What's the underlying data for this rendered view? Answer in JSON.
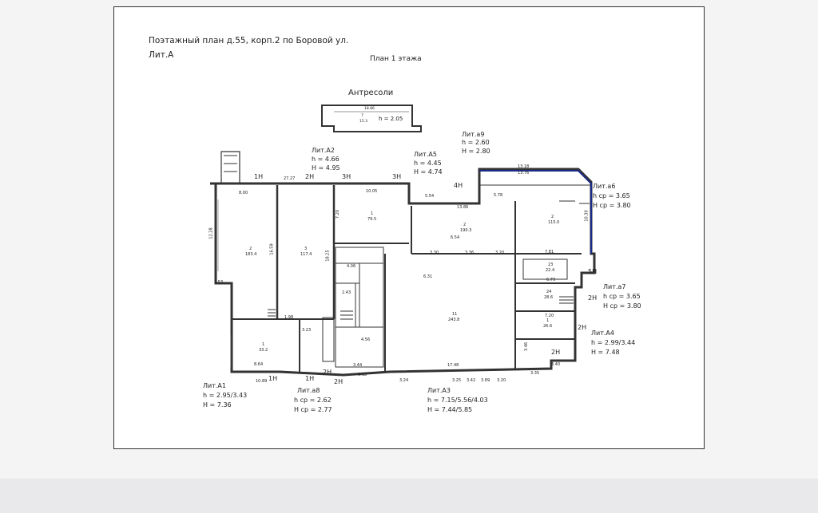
{
  "header": {
    "title": "Поэтажный план д.55, корп.2 по Боровой ул.",
    "lit": "Лит.А",
    "floor_title": "План 1 этажа"
  },
  "mezzanine": {
    "title": "Антресоли",
    "dim": "18.86",
    "height": "h = 2.05",
    "room": "7",
    "area": "15.3"
  },
  "sections": [
    {
      "id": "a2",
      "name": "Лит.А2",
      "h": "h = 4.66",
      "H": "H = 4.95"
    },
    {
      "id": "a5",
      "name": "Лит.А5",
      "h": "h = 4.45",
      "H": "H = 4.74"
    },
    {
      "id": "a9",
      "name": "Лит.а9",
      "h": "h = 2.60",
      "H": "H = 2.80"
    },
    {
      "id": "a6",
      "name": "Лит.а6",
      "h": "h ср = 3.65",
      "H": "H ср = 3.80"
    },
    {
      "id": "a7",
      "name": "Лит.а7",
      "h": "h ср = 3.65",
      "H": "H ср = 3.80"
    },
    {
      "id": "a4",
      "name": "Лит.А4",
      "h": "h = 2.99/3.44",
      "H": "H = 7.48"
    },
    {
      "id": "a1",
      "name": "Лит.А1",
      "h": "h = 2.95/3.43",
      "H": "H = 7.36"
    },
    {
      "id": "a8",
      "name": "Лит.а8",
      "h": "h ср = 2.62",
      "H": "H ср = 2.77"
    },
    {
      "id": "a3",
      "name": "Лит.А3",
      "h": "h = 7.15/5.56/4.03",
      "H": "H = 7.44/5.85"
    }
  ],
  "openings": [
    "1Н",
    "2Н",
    "3Н",
    "4Н",
    "5Н",
    "2Н",
    "2Н",
    "1Н",
    "1Н",
    "2Н",
    "2Н",
    "2Н"
  ],
  "dims": {
    "d1": "8.00",
    "d2": "27.27",
    "d3": "10.05",
    "d4": "12.28",
    "d5": "16.59",
    "d6": "18.25",
    "d7": "7.20",
    "d8": "5.54",
    "d9": "13.86",
    "d10": "5.78",
    "d11": "13.18",
    "d12": "13.76",
    "d13": "10.30",
    "d14": "3.30",
    "d15": "3.36",
    "d16": "3.20",
    "d17": "6.54",
    "d18": "17.48",
    "d19": "8.64",
    "d20": "3.23",
    "d21": "1.53",
    "d22": "4.06",
    "d23": "2.43",
    "d24": "3.44",
    "d25": "6.31",
    "d26": "7.81",
    "d27": "6.79",
    "d28": "7.20",
    "d29": "3.46",
    "d30": "3.40",
    "d31": "3.35",
    "d32": "3.24",
    "d33": "3.25",
    "d34": "3.42",
    "d35": "3.89",
    "d36": "3.20",
    "d37": "6.18",
    "d38": "10.89",
    "d39": "1.98",
    "d40": "4.56"
  },
  "rooms": {
    "r1": "2",
    "r1a": "183.4",
    "r2": "3",
    "r2a": "117.4",
    "r3": "1",
    "r3a": "79.5",
    "r4": "2",
    "r4a": "190.3",
    "r5": "1",
    "r5a": "33.2",
    "r6": "11",
    "r6a": "243.8",
    "r7": "2",
    "r7a": "115.0",
    "r8": "1",
    "r8a": "26.6",
    "r9": "23",
    "r9a": "22.4",
    "r10": "24",
    "r10a": "28.6"
  }
}
